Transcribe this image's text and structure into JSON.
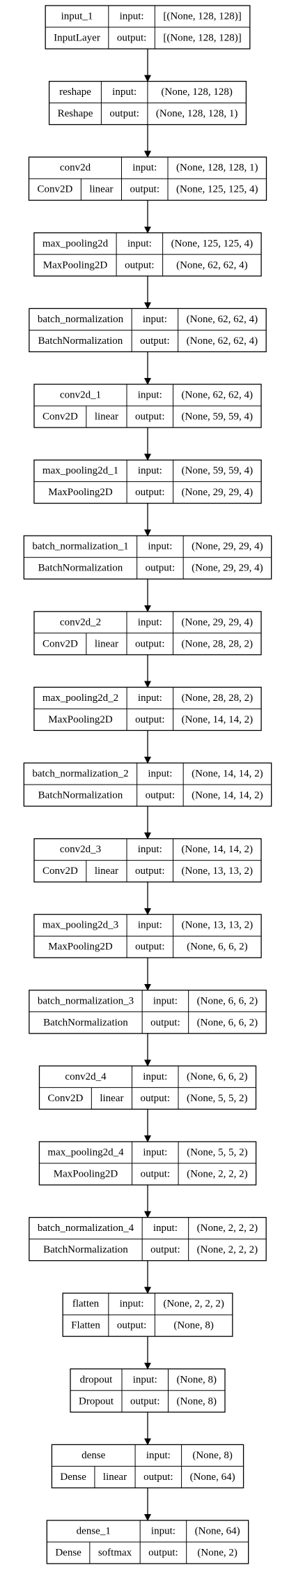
{
  "layers": [
    {
      "name": "input_1",
      "type": "InputLayer",
      "activation": "",
      "input": "[(None, 128, 128)]",
      "output": "[(None, 128, 128)]"
    },
    {
      "name": "reshape",
      "type": "Reshape",
      "activation": "",
      "input": "(None, 128, 128)",
      "output": "(None, 128, 128, 1)"
    },
    {
      "name": "conv2d",
      "type": "Conv2D",
      "activation": "linear",
      "input": "(None, 128, 128, 1)",
      "output": "(None, 125, 125, 4)"
    },
    {
      "name": "max_pooling2d",
      "type": "MaxPooling2D",
      "activation": "",
      "input": "(None, 125, 125, 4)",
      "output": "(None, 62, 62, 4)"
    },
    {
      "name": "batch_normalization",
      "type": "BatchNormalization",
      "activation": "",
      "input": "(None, 62, 62, 4)",
      "output": "(None, 62, 62, 4)"
    },
    {
      "name": "conv2d_1",
      "type": "Conv2D",
      "activation": "linear",
      "input": "(None, 62, 62, 4)",
      "output": "(None, 59, 59, 4)"
    },
    {
      "name": "max_pooling2d_1",
      "type": "MaxPooling2D",
      "activation": "",
      "input": "(None, 59, 59, 4)",
      "output": "(None, 29, 29, 4)"
    },
    {
      "name": "batch_normalization_1",
      "type": "BatchNormalization",
      "activation": "",
      "input": "(None, 29, 29, 4)",
      "output": "(None, 29, 29, 4)"
    },
    {
      "name": "conv2d_2",
      "type": "Conv2D",
      "activation": "linear",
      "input": "(None, 29, 29, 4)",
      "output": "(None, 28, 28, 2)"
    },
    {
      "name": "max_pooling2d_2",
      "type": "MaxPooling2D",
      "activation": "",
      "input": "(None, 28, 28, 2)",
      "output": "(None, 14, 14, 2)"
    },
    {
      "name": "batch_normalization_2",
      "type": "BatchNormalization",
      "activation": "",
      "input": "(None, 14, 14, 2)",
      "output": "(None, 14, 14, 2)"
    },
    {
      "name": "conv2d_3",
      "type": "Conv2D",
      "activation": "linear",
      "input": "(None, 14, 14, 2)",
      "output": "(None, 13, 13, 2)"
    },
    {
      "name": "max_pooling2d_3",
      "type": "MaxPooling2D",
      "activation": "",
      "input": "(None, 13, 13, 2)",
      "output": "(None, 6, 6, 2)"
    },
    {
      "name": "batch_normalization_3",
      "type": "BatchNormalization",
      "activation": "",
      "input": "(None, 6, 6, 2)",
      "output": "(None, 6, 6, 2)"
    },
    {
      "name": "conv2d_4",
      "type": "Conv2D",
      "activation": "linear",
      "input": "(None, 6, 6, 2)",
      "output": "(None, 5, 5, 2)"
    },
    {
      "name": "max_pooling2d_4",
      "type": "MaxPooling2D",
      "activation": "",
      "input": "(None, 5, 5, 2)",
      "output": "(None, 2, 2, 2)"
    },
    {
      "name": "batch_normalization_4",
      "type": "BatchNormalization",
      "activation": "",
      "input": "(None, 2, 2, 2)",
      "output": "(None, 2, 2, 2)"
    },
    {
      "name": "flatten",
      "type": "Flatten",
      "activation": "",
      "input": "(None, 2, 2, 2)",
      "output": "(None, 8)"
    },
    {
      "name": "dropout",
      "type": "Dropout",
      "activation": "",
      "input": "(None, 8)",
      "output": "(None, 8)"
    },
    {
      "name": "dense",
      "type": "Dense",
      "activation": "linear",
      "input": "(None, 8)",
      "output": "(None, 64)"
    },
    {
      "name": "dense_1",
      "type": "Dense",
      "activation": "softmax",
      "input": "(None, 64)",
      "output": "(None, 2)"
    }
  ],
  "labels": {
    "input": "input:",
    "output": "output:"
  }
}
